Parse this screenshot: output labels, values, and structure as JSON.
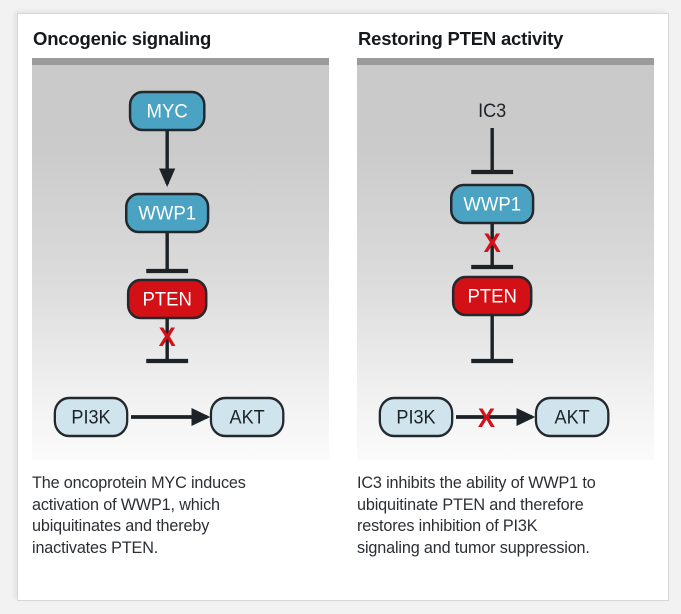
{
  "figure": {
    "background": "#ffffff",
    "frame_border": "#d8d8d8"
  },
  "colors": {
    "node_blue_dark": "#4ba3c3",
    "node_blue_light": "#cfe4ec",
    "node_red": "#d21016",
    "node_stroke": "#22282c",
    "connector": "#1d2226",
    "x_mark": "#d4111b",
    "panel_top": "#c9c9c9",
    "panel_header_bar": "#9b9b9b",
    "title_text": "#16191c",
    "caption_text": "#2b2f33"
  },
  "panels": [
    {
      "id": "oncogenic-signaling",
      "title": "Oncogenic signaling",
      "nodes": [
        {
          "id": "myc",
          "label": "MYC",
          "style": "filled-blue-dark",
          "text_color": "#ffffff"
        },
        {
          "id": "wwp1",
          "label": "WWP1",
          "style": "filled-blue-dark",
          "text_color": "#ffffff"
        },
        {
          "id": "pten",
          "label": "PTEN",
          "style": "filled-red",
          "text_color": "#ffffff"
        },
        {
          "id": "pi3k",
          "label": "PI3K",
          "style": "filled-blue-light",
          "text_color": "#1c2226"
        },
        {
          "id": "akt",
          "label": "AKT",
          "style": "filled-blue-light",
          "text_color": "#1c2226"
        }
      ],
      "edges": [
        {
          "from": "myc",
          "to": "wwp1",
          "type": "activation",
          "blocked": false
        },
        {
          "from": "wwp1",
          "to": "pten",
          "type": "inhibition",
          "blocked": false
        },
        {
          "from": "pten",
          "to": "pi3k_akt_axis",
          "type": "inhibition",
          "blocked": true
        },
        {
          "from": "pi3k",
          "to": "akt",
          "type": "activation",
          "blocked": false
        }
      ],
      "blocked_marker": "X",
      "caption_lines": [
        "The oncoprotein MYC induces",
        "activation of WWP1, which",
        "ubiquitinates and thereby",
        "inactivates PTEN."
      ]
    },
    {
      "id": "restoring-pten-activity",
      "title": "Restoring PTEN activity",
      "nodes": [
        {
          "id": "ic3",
          "label": "IC3",
          "style": "plain-text",
          "text_color": "#1c2226"
        },
        {
          "id": "wwp1",
          "label": "WWP1",
          "style": "filled-blue-dark",
          "text_color": "#ffffff"
        },
        {
          "id": "pten",
          "label": "PTEN",
          "style": "filled-red",
          "text_color": "#ffffff"
        },
        {
          "id": "pi3k",
          "label": "PI3K",
          "style": "filled-blue-light",
          "text_color": "#1c2226"
        },
        {
          "id": "akt",
          "label": "AKT",
          "style": "filled-blue-light",
          "text_color": "#1c2226"
        }
      ],
      "edges": [
        {
          "from": "ic3",
          "to": "wwp1",
          "type": "inhibition",
          "blocked": false
        },
        {
          "from": "wwp1",
          "to": "pten",
          "type": "inhibition",
          "blocked": true
        },
        {
          "from": "pten",
          "to": "pi3k_akt_axis",
          "type": "inhibition",
          "blocked": false
        },
        {
          "from": "pi3k",
          "to": "akt",
          "type": "activation",
          "blocked": true
        }
      ],
      "blocked_marker": "X",
      "caption_lines": [
        "IC3 inhibits the ability of WWP1 to",
        "ubiquitinate PTEN and therefore",
        "restores inhibition of PI3K",
        "signaling and tumor suppression."
      ]
    }
  ]
}
